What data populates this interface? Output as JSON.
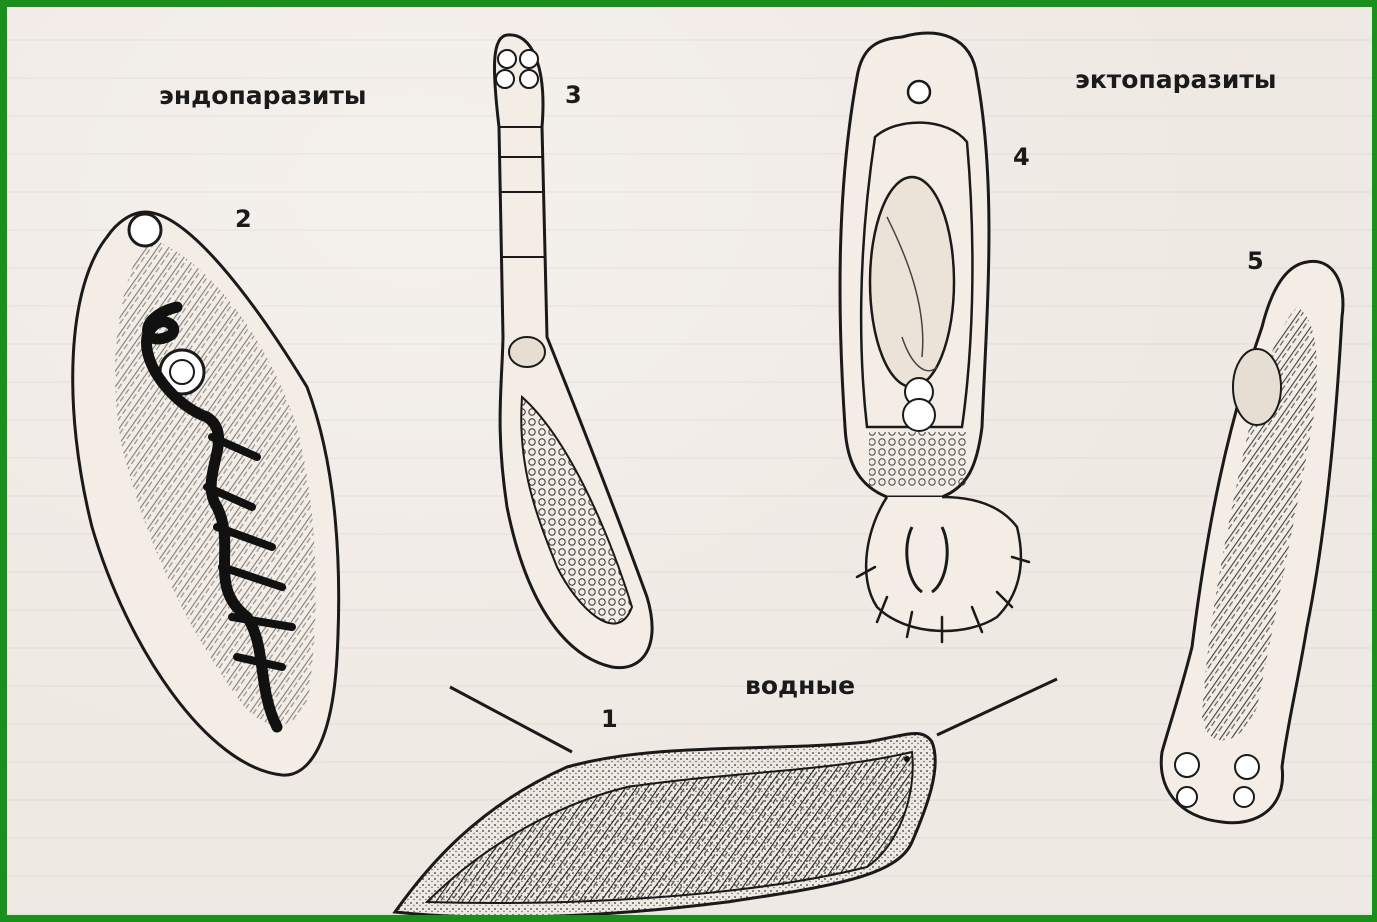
{
  "labels": {
    "endoparasites": "эндопаразиты",
    "ectoparasites": "эктопаразиты",
    "aquatic": "водные"
  },
  "numbers": {
    "n1": "1",
    "n2": "2",
    "n3": "3",
    "n4": "4",
    "n5": "5"
  },
  "colors": {
    "frame": "#1b8f1b",
    "paper": "#efe9e3",
    "ink": "#1a1a1a"
  }
}
